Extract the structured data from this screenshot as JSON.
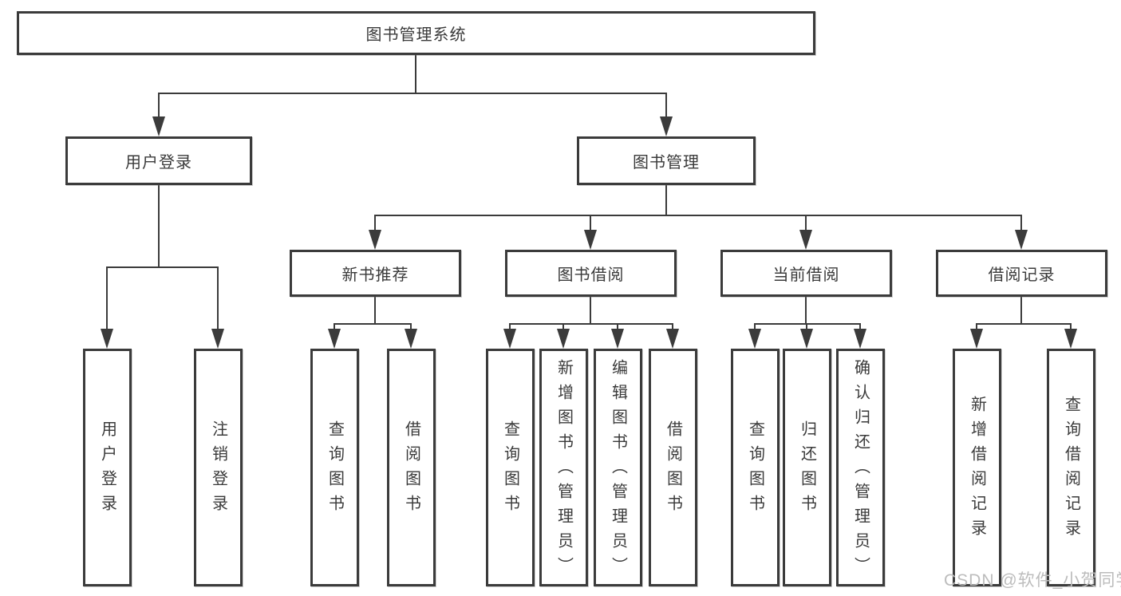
{
  "diagram_title": "图书管理系统",
  "nodes": {
    "root": "图书管理系统",
    "user_login": "用户登录",
    "book_management": "图书管理",
    "new_book_recommend": "新书推荐",
    "book_borrow": "图书借阅",
    "current_borrow": "当前借阅",
    "borrow_records": "借阅记录",
    "leaves": [
      "用户登录",
      "注销登录",
      "查询图书",
      "借阅图书",
      "查询图书",
      "新增图书（管理员）",
      "编辑图书（管理员）",
      "借阅图书",
      "查询图书",
      "归还图书",
      "确认归还（管理员）",
      "新增借阅记录",
      "查询借阅记录"
    ]
  },
  "watermark": "CSDN @软件_小贺同学",
  "colors": {
    "line": "#3b3b3b",
    "text": "#3a3a3a",
    "box_background": "#ffffff",
    "background": "#ffffff",
    "watermark": "#bcbcbc"
  }
}
